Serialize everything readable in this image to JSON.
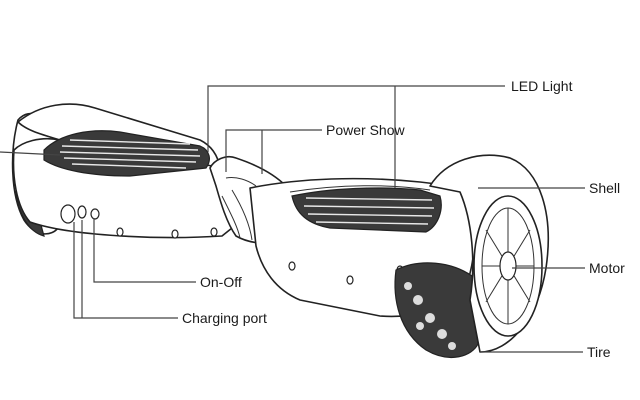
{
  "labels": {
    "led_light": "LED Light",
    "power_show": "Power Show",
    "shell": "Shell",
    "motor": "Motor",
    "tire": "Tire",
    "on_off": "On-Off",
    "charging_port": "Charging port"
  }
}
